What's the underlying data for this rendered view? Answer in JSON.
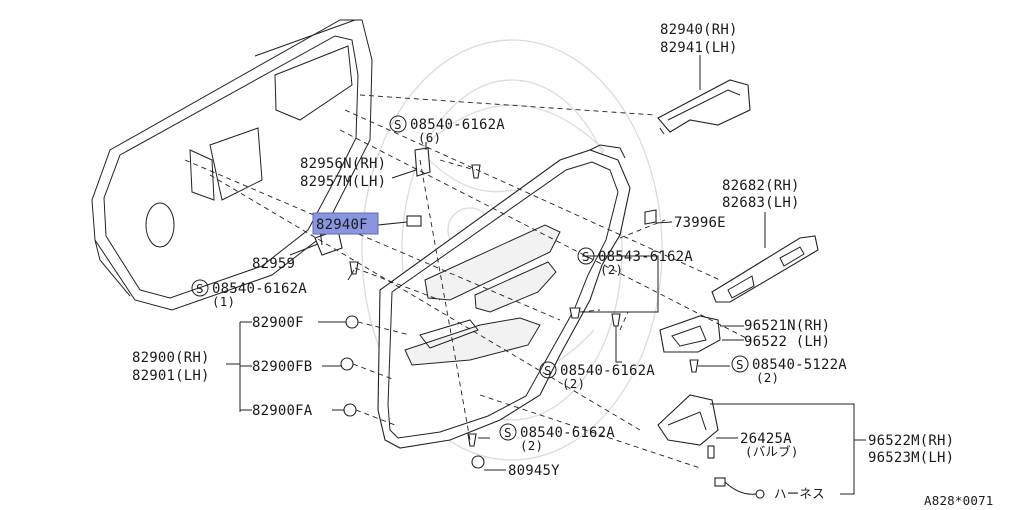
{
  "labels": {
    "p82940_rh": "82940(RH)",
    "p82941_lh": "82941(LH)",
    "p82682_rh": "82682(RH)",
    "p82683_lh": "82683(LH)",
    "p73996e": "73996E",
    "s08540_6162a_top": "08540-6162A",
    "s08540_6162a_top_qty": "(6)",
    "p82956n": "82956N(RH)",
    "p82957m": "82957M(LH)",
    "p82940f": "82940F",
    "p82959": "82959",
    "s08540_6162a_left": "08540-6162A",
    "s08540_6162a_left_qty": "(1)",
    "s08543_6162a": "08543-6162A",
    "s08543_6162a_qty": "(2)",
    "p82900f": "82900F",
    "p82900fb": "82900FB",
    "p82900fa": "82900FA",
    "p82900_rh": "82900(RH)",
    "p82901_lh": "82901(LH)",
    "p96521n": "96521N(RH)",
    "p96522": "96522 (LH)",
    "s08540_5122a": "08540-5122A",
    "s08540_5122a_qty": "(2)",
    "s08540_6162a_mid": "08540-6162A",
    "s08540_6162a_mid_qty": "(2)",
    "s08540_6162a_bot": "08540-6162A",
    "s08540_6162a_bot_qty": "(2)",
    "p26425a": "26425A",
    "p26425a_sub": "(バルブ)",
    "p96522m": "96522M(RH)",
    "p96523m": "96523M(LH)",
    "p80945y": "80945Y",
    "harness": "ハーネス",
    "diagram_code": "A828*0071",
    "screw_symbol": "S"
  },
  "highlight_color": "#8a95e0"
}
